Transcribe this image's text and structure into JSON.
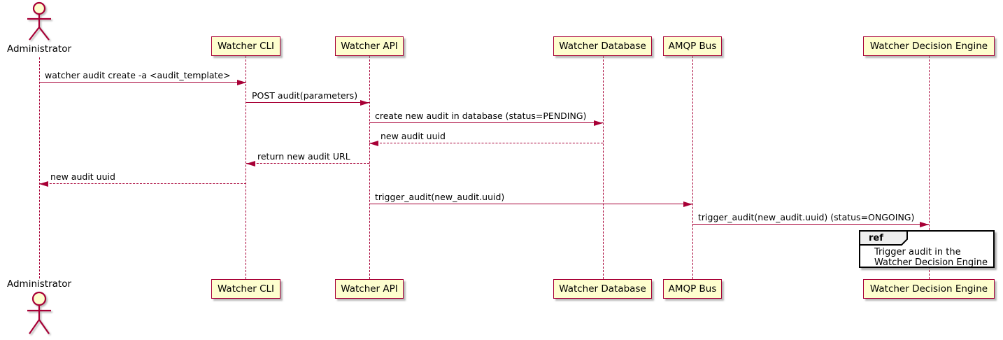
{
  "diagram_type": "sequence",
  "colors": {
    "participant_fill": "#FEFECE",
    "line_and_border": "#A80036",
    "ref_border": "#000000",
    "ref_tag_fill": "#EEEEEE",
    "text": "#000000"
  },
  "actor": {
    "label": "Administrator"
  },
  "participants": [
    {
      "label": "Watcher CLI"
    },
    {
      "label": "Watcher API"
    },
    {
      "label": "Watcher Database"
    },
    {
      "label": "AMQP Bus"
    },
    {
      "label": "Watcher Decision Engine"
    }
  ],
  "messages": [
    {
      "text": "watcher audit create -a <audit_template>",
      "from": "Administrator",
      "to": "Watcher CLI",
      "style": "solid"
    },
    {
      "text": "POST audit(parameters)",
      "from": "Watcher CLI",
      "to": "Watcher API",
      "style": "solid"
    },
    {
      "text": "create new audit in database (status=PENDING)",
      "from": "Watcher API",
      "to": "Watcher Database",
      "style": "solid"
    },
    {
      "text": "new audit uuid",
      "from": "Watcher Database",
      "to": "Watcher API",
      "style": "dashed"
    },
    {
      "text": "return new audit URL",
      "from": "Watcher API",
      "to": "Watcher CLI",
      "style": "dashed"
    },
    {
      "text": "new audit uuid",
      "from": "Watcher CLI",
      "to": "Administrator",
      "style": "dashed"
    },
    {
      "text": "trigger_audit(new_audit.uuid)",
      "from": "Watcher API",
      "to": "AMQP Bus",
      "style": "solid"
    },
    {
      "text": "trigger_audit(new_audit.uuid) (status=ONGOING)",
      "from": "AMQP Bus",
      "to": "Watcher Decision Engine",
      "style": "solid"
    }
  ],
  "ref": {
    "keyword": "ref",
    "lines": [
      "Trigger audit in the",
      "Watcher Decision Engine"
    ]
  }
}
